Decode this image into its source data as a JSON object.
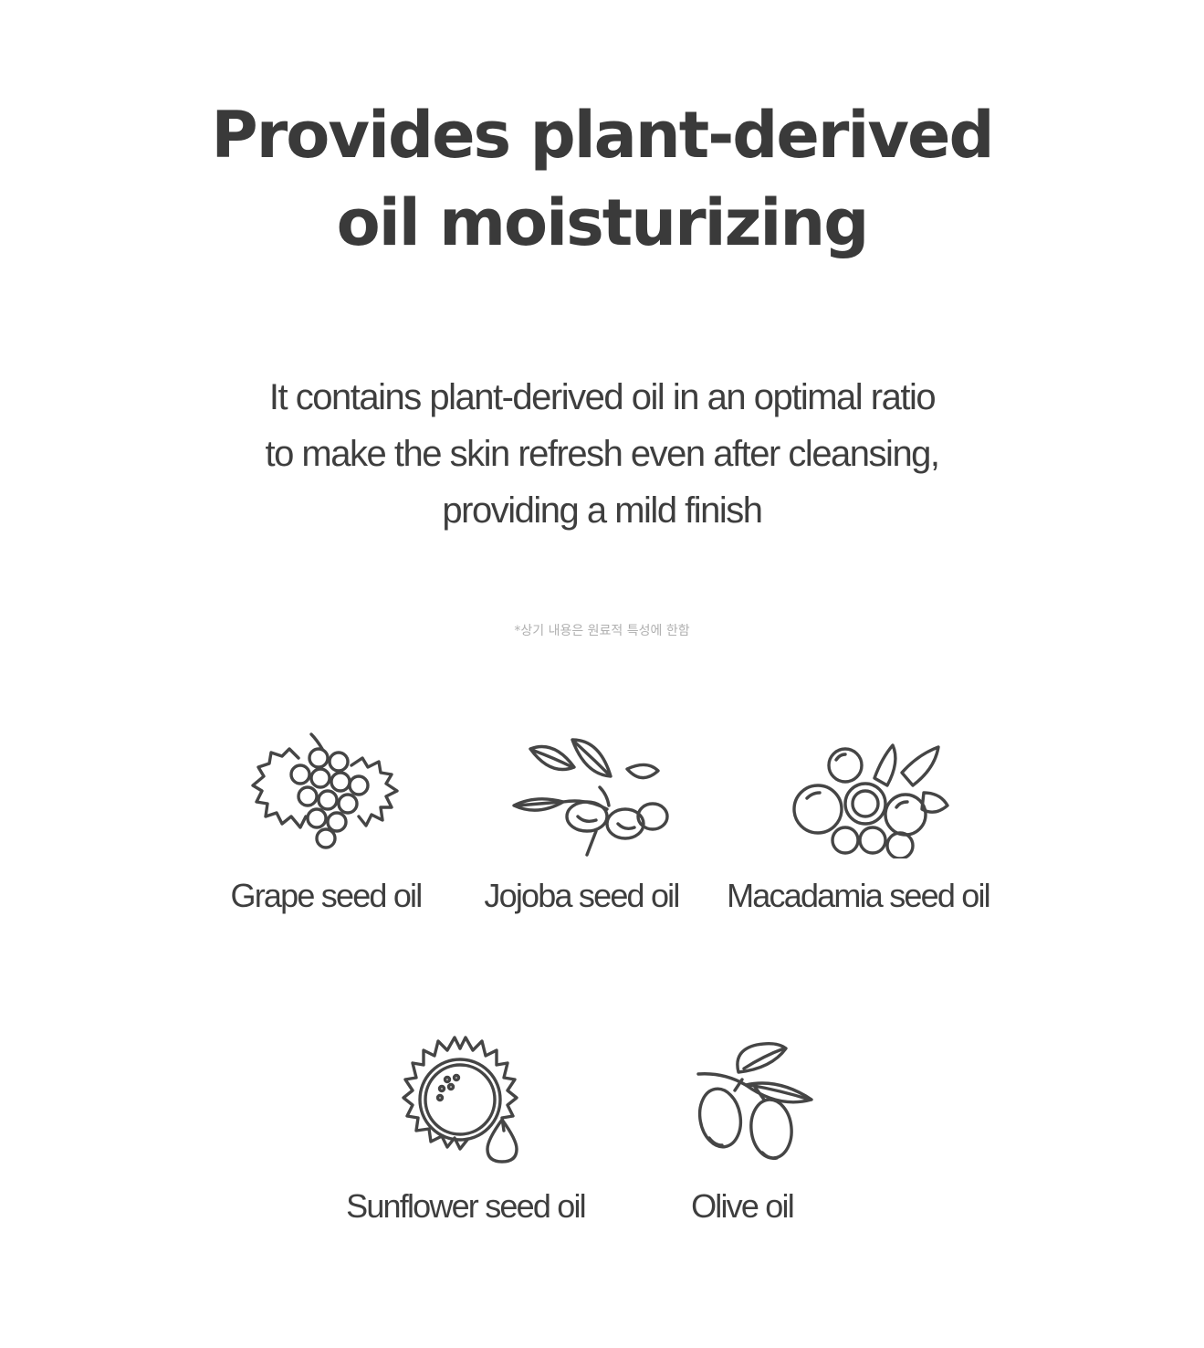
{
  "heading": {
    "line1": "Provides plant-derived",
    "line2": "oil moisturizing"
  },
  "description": {
    "line1": "It contains plant-derived oil in an optimal ratio",
    "line2": "to make the skin refresh even after cleansing,",
    "line3": "providing a mild finish"
  },
  "disclaimer": "*상기 내용은 원료적 특성에 한함",
  "ingredients": [
    {
      "label": "Grape seed oil",
      "icon": "grape-icon"
    },
    {
      "label": "Jojoba seed oil",
      "icon": "jojoba-icon"
    },
    {
      "label": "Macadamia seed oil",
      "icon": "macadamia-icon"
    },
    {
      "label": "Sunflower seed oil",
      "icon": "sunflower-icon"
    },
    {
      "label": "Olive oil",
      "icon": "olive-icon"
    }
  ],
  "colors": {
    "text": "#3a3a3a",
    "icon_stroke": "#454545",
    "disclaimer": "#b0b0b0",
    "background": "#ffffff"
  }
}
